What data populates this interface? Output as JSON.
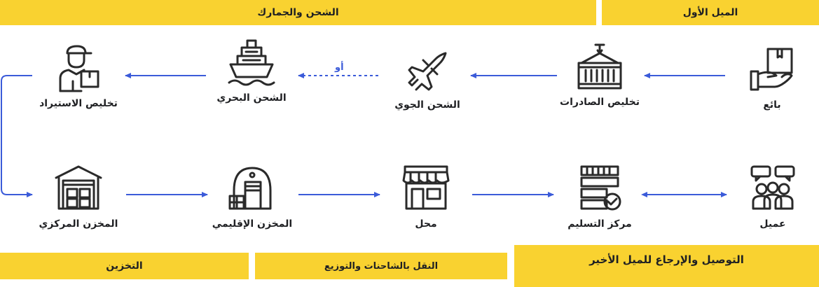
{
  "colors": {
    "accent": "#f9d230",
    "arrow": "#3b5bd9",
    "ink": "#2a2a2a"
  },
  "bands": {
    "first_mile": "الميل الأول",
    "shipping_customs": "الشحن والجمارك",
    "storage": "التخزين",
    "trucking": "النقل بالشاحنات والتوزيع",
    "last_mile": "التوصيل والإرجاع للميل الأخير"
  },
  "top_row": [
    {
      "icon": "seller-box-hand-icon",
      "label": "بائع"
    },
    {
      "icon": "export-container-icon",
      "label": "تخليص الصادرات"
    },
    {
      "icon": "airplane-icon",
      "label": "الشحن الجوي"
    },
    {
      "icon": "ship-icon",
      "label": "الشحن البحري"
    },
    {
      "icon": "delivery-worker-icon",
      "label": "تخليص الاستيراد"
    }
  ],
  "bottom_row": [
    {
      "icon": "customers-icon",
      "label": "عميل"
    },
    {
      "icon": "delivery-center-icon",
      "label": "مركز التسليم"
    },
    {
      "icon": "shop-icon",
      "label": "محل"
    },
    {
      "icon": "regional-warehouse-icon",
      "label": "المخزن الإقليمي"
    },
    {
      "icon": "central-warehouse-icon",
      "label": "المخزن المركزي"
    }
  ],
  "or_label": "أو"
}
